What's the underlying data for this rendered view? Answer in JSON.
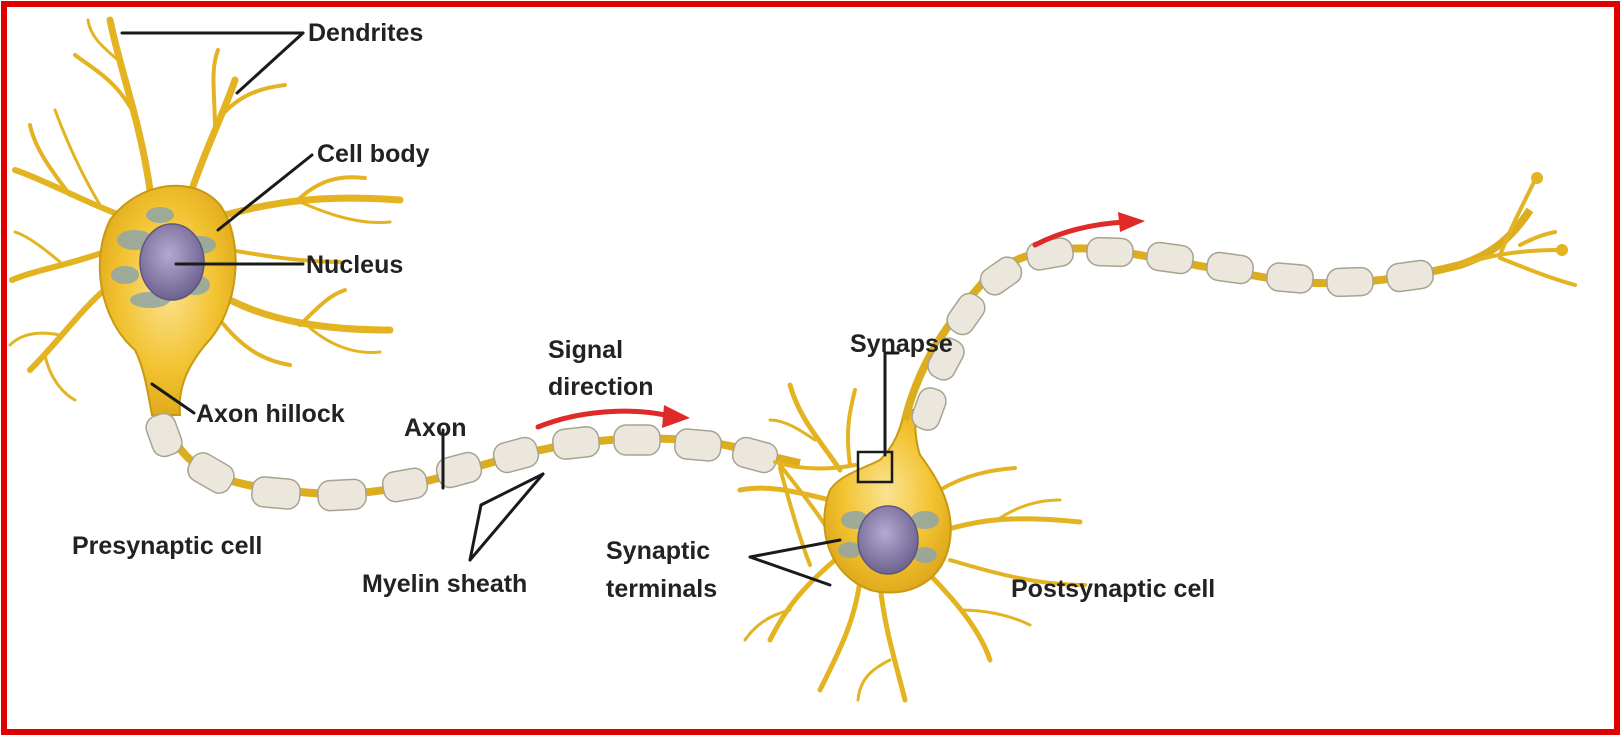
{
  "labels": {
    "dendrites": "Dendrites",
    "cell_body": "Cell body",
    "nucleus": "Nucleus",
    "axon_hillock": "Axon hillock",
    "axon": "Axon",
    "signal_direction_line1": "Signal",
    "signal_direction_line2": "direction",
    "synapse": "Synapse",
    "presynaptic_cell": "Presynaptic cell",
    "myelin_sheath": "Myelin sheath",
    "synaptic_terminals_line1": "Synaptic",
    "synaptic_terminals_line2": "terminals",
    "postsynaptic_cell": "Postsynaptic cell"
  },
  "colors": {
    "frame": "#e00000",
    "cell": "#f2c230",
    "cell_outline": "#c79a12",
    "myelin": "#ebe7dc",
    "myelin_outline": "#a8a290",
    "nucleus": "#8a7fa6",
    "organelles": "#8fa6a8",
    "arrow": "#e02a2a",
    "text": "#222222"
  }
}
